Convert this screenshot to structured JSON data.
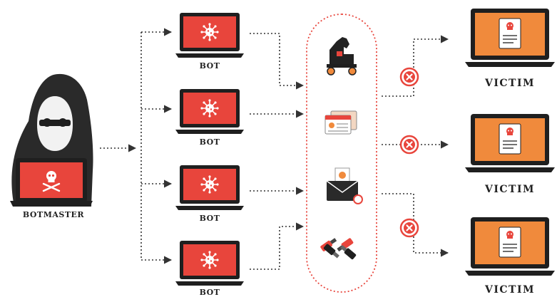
{
  "labels": {
    "botmaster": "BOTMASTER",
    "bot_1": "BOT",
    "bot_2": "BOT",
    "bot_3": "BOT",
    "bot_4": "BOT",
    "victim_1": "VICTIM",
    "victim_2": "VICTIM",
    "victim_3": "VICTIM"
  },
  "colors": {
    "bot_screen": "#e8453c",
    "victim_screen": "#f08a3c",
    "laptop_frame": "#1f1f1f",
    "hood": "#2a2a2a",
    "dotted_line": "#333333",
    "oval_border": "#e8453c",
    "block_marker": "#e8453c"
  },
  "icons": {
    "bot_screen_icon": "virus-icon",
    "victim_screen_icon": "skull-document-icon",
    "botmaster_screen_icon": "skull-crossbones-icon",
    "payload_1": "trojan-horse-icon",
    "payload_2": "id-card-icon",
    "payload_3": "phishing-email-icon",
    "payload_4": "usb-drives-icon",
    "block": "blocked-x-icon"
  }
}
